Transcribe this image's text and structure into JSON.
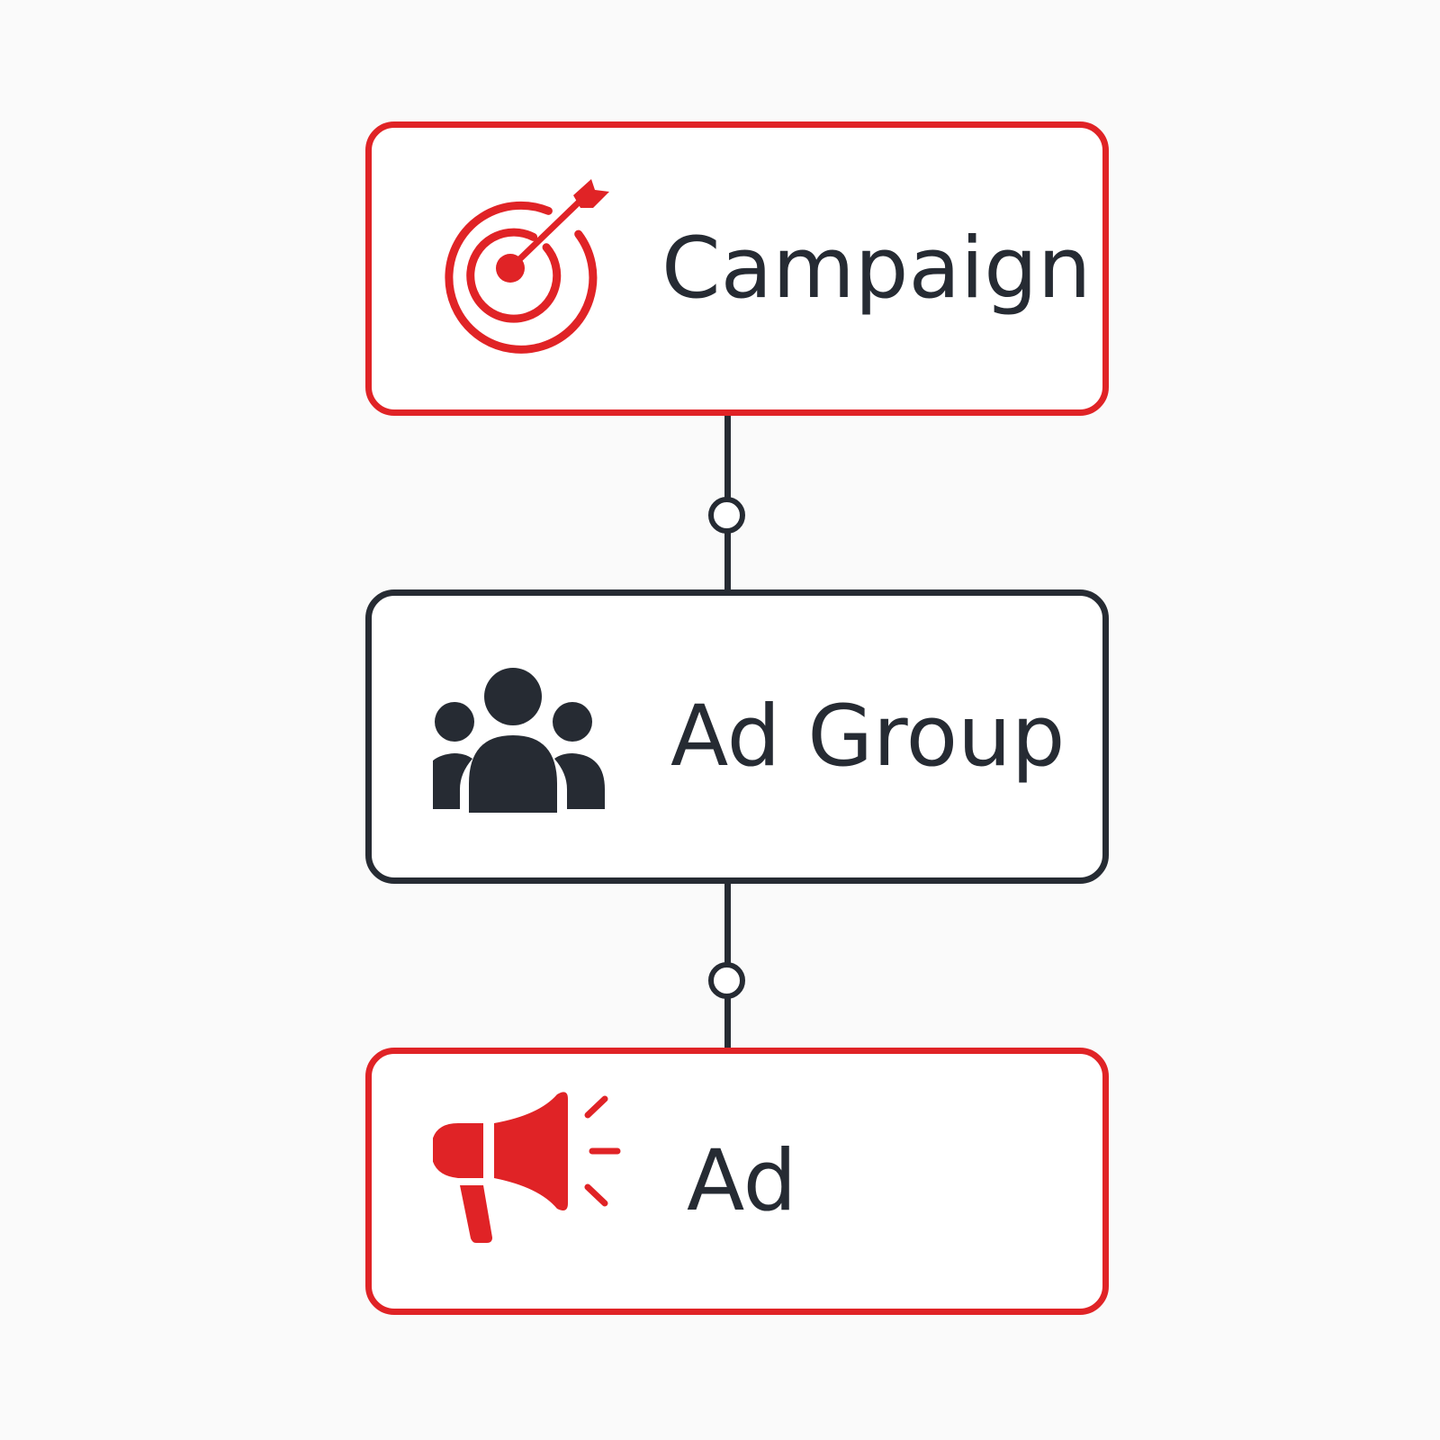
{
  "colors": {
    "accent_red": "#e02326",
    "dark": "#262b33",
    "background": "#fafafa",
    "node_fill": "#ffffff"
  },
  "nodes": [
    {
      "label": "Campaign",
      "icon": "target-arrow-icon",
      "border_color": "#e02326"
    },
    {
      "label": "Ad Group",
      "icon": "people-group-icon",
      "border_color": "#262b33"
    },
    {
      "label": "Ad",
      "icon": "megaphone-icon",
      "border_color": "#e02326"
    }
  ],
  "connectors": [
    {
      "from": "Campaign",
      "to": "Ad Group"
    },
    {
      "from": "Ad Group",
      "to": "Ad"
    }
  ]
}
